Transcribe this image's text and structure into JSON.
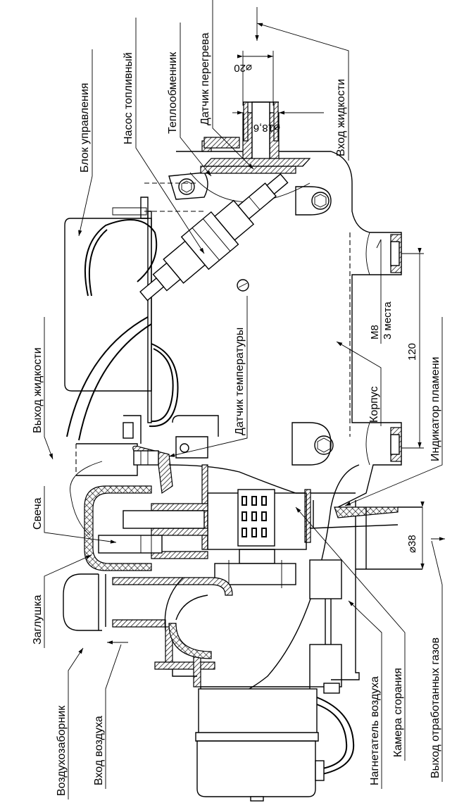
{
  "title": "Heater assembly cross-section drawing",
  "labels": {
    "control_unit": "Блок управления",
    "fuel_pump": "Насос топливный",
    "heat_exchanger": "Теплообменник",
    "overheat_sensor": "Датчик перегрева",
    "liquid_inlet": "Вход жидкости",
    "liquid_outlet": "Выход жидкости",
    "temperature_sensor": "Датчик температуры",
    "glow_plug": "Свеча",
    "plug": "Заглушка",
    "air_intake": "Воздухозаборник",
    "air_inlet": "Вход воздуха",
    "air_blower": "Нагнетатель воздуха",
    "combustion_chamber": "Камера сгорания",
    "exhaust_outlet": "Выход отработанных газов",
    "housing": "Корпус",
    "flame_indicator": "Индикатор пламени"
  },
  "dimensions": {
    "outer_diameter_inlet": "⌀20",
    "inner_diameter_inlet": "⌀18,6",
    "exhaust_diameter": "⌀38",
    "mount_spacing": "120",
    "thread": "M8",
    "thread_count": "3 места"
  }
}
